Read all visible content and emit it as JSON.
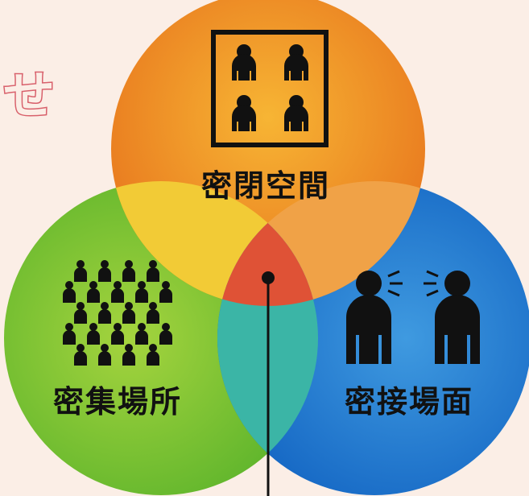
{
  "title_partial": "せ",
  "circles": {
    "top": {
      "label": "密閉空間",
      "color_outer": "#f0a02a",
      "color_inner": "#f5b43a",
      "icon": "people-in-room-icon"
    },
    "left": {
      "label": "密集場所",
      "color_outer": "#7cc43a",
      "color_inner": "#a6d640",
      "icon": "crowd-icon"
    },
    "right": {
      "label": "密接場面",
      "color_outer": "#1e7ad0",
      "color_inner": "#3e9ee0",
      "icon": "close-conversation-icon"
    }
  },
  "overlap_colors": {
    "top_left": "#f3cc3a",
    "top_right": "#f0a048",
    "left_right": "#38b8a8",
    "center": "#e0523a"
  }
}
